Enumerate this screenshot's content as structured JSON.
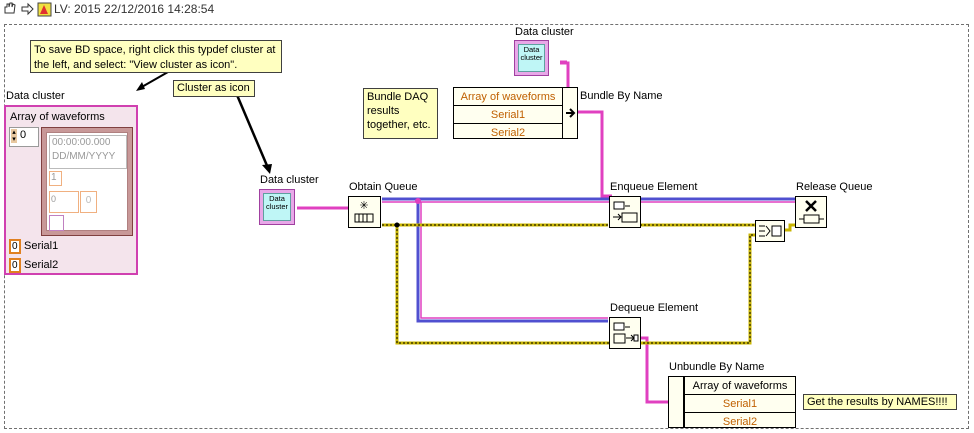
{
  "toolbar": {
    "title": "LV: 2015 22/12/2016 14:28:54",
    "icons": [
      "hand-icon",
      "arrow-icon",
      "labview-icon"
    ]
  },
  "comments": {
    "typedef_hint": "To save BD space, right click this typdef cluster at the left, and select: \"View cluster as icon\".",
    "cluster_as_icon": "Cluster as icon",
    "bundle_hint": "Bundle DAQ results together, etc.",
    "get_results": "Get the results by NAMES!!!!"
  },
  "data_cluster_control": {
    "label": "Data cluster",
    "array_label": "Array of waveforms",
    "index": "0",
    "timestamp": "00:00:00.000",
    "date_format": "DD/MM/YYYY",
    "dt_value": "1",
    "y_index": "0",
    "y_value": "0",
    "serial1_value": "0",
    "serial1_label": "Serial1",
    "serial2_value": "0",
    "serial2_label": "Serial2"
  },
  "icon_text": "Data cluster",
  "nodes": {
    "data_cluster_top_label": "Data cluster",
    "data_cluster_mid_label": "Data cluster",
    "bundle_by_name": "Bundle By Name",
    "bundle_rows": [
      "Array of waveforms",
      "Serial1",
      "Serial2"
    ],
    "obtain_queue": "Obtain Queue",
    "enqueue_element": "Enqueue Element",
    "release_queue": "Release Queue",
    "dequeue_element": "Dequeue Element",
    "unbundle_by_name": "Unbundle By Name",
    "unbundle_rows": [
      "Array of waveforms",
      "Serial1",
      "Serial2"
    ]
  },
  "colors": {
    "cluster_wire": "#e040c0",
    "queue_wire": "#5050d0",
    "error_wire": "#c8b400",
    "orange_text": "#c06000"
  }
}
